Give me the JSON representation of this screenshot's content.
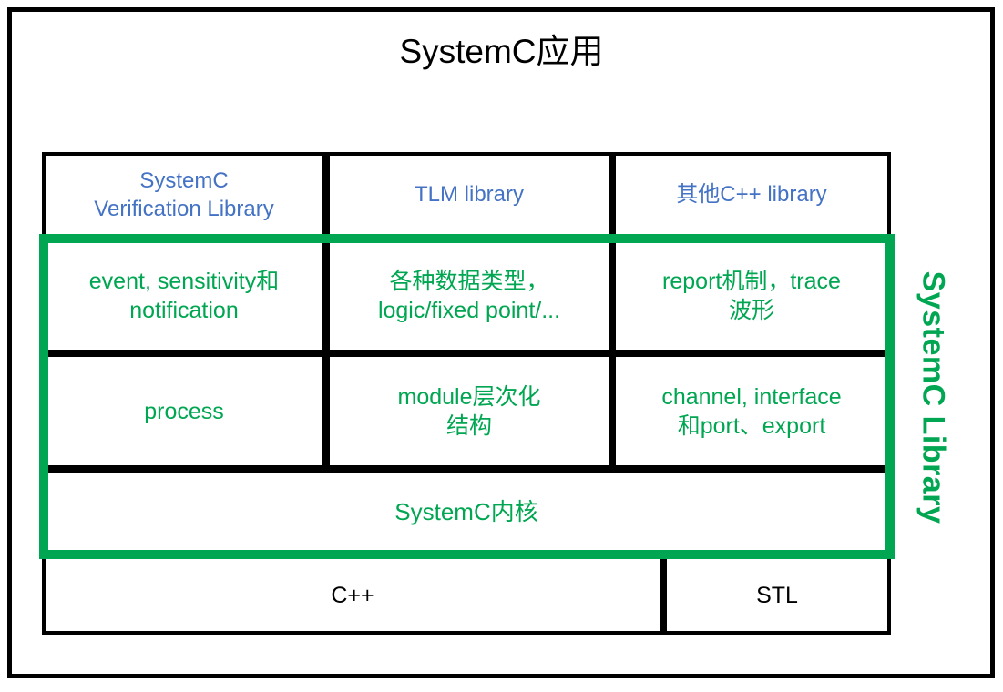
{
  "diagram": {
    "title": "SystemC应用",
    "side_label": "SystemC Library",
    "colors": {
      "frame": "#000000",
      "library_text": "#4472C4",
      "core_text": "#00A651",
      "highlight_outline": "#00A651",
      "base_text": "#000000",
      "background": "#ffffff"
    },
    "rows": {
      "libraries": [
        {
          "label": "SystemC\nVerification Library"
        },
        {
          "label": "TLM library"
        },
        {
          "label": "其他C++ library"
        }
      ],
      "core_upper": [
        {
          "label": "event, sensitivity和\nnotification"
        },
        {
          "label": "各种数据类型，\nlogic/fixed point/..."
        },
        {
          "label": "report机制，trace\n波形"
        }
      ],
      "core_lower": [
        {
          "label": "process"
        },
        {
          "label": "module层次化\n结构"
        },
        {
          "label": "channel, interface\n和port、export"
        }
      ],
      "kernel": [
        {
          "label": "SystemC内核"
        }
      ],
      "base": [
        {
          "label": "C++"
        },
        {
          "label": "STL"
        }
      ]
    }
  }
}
